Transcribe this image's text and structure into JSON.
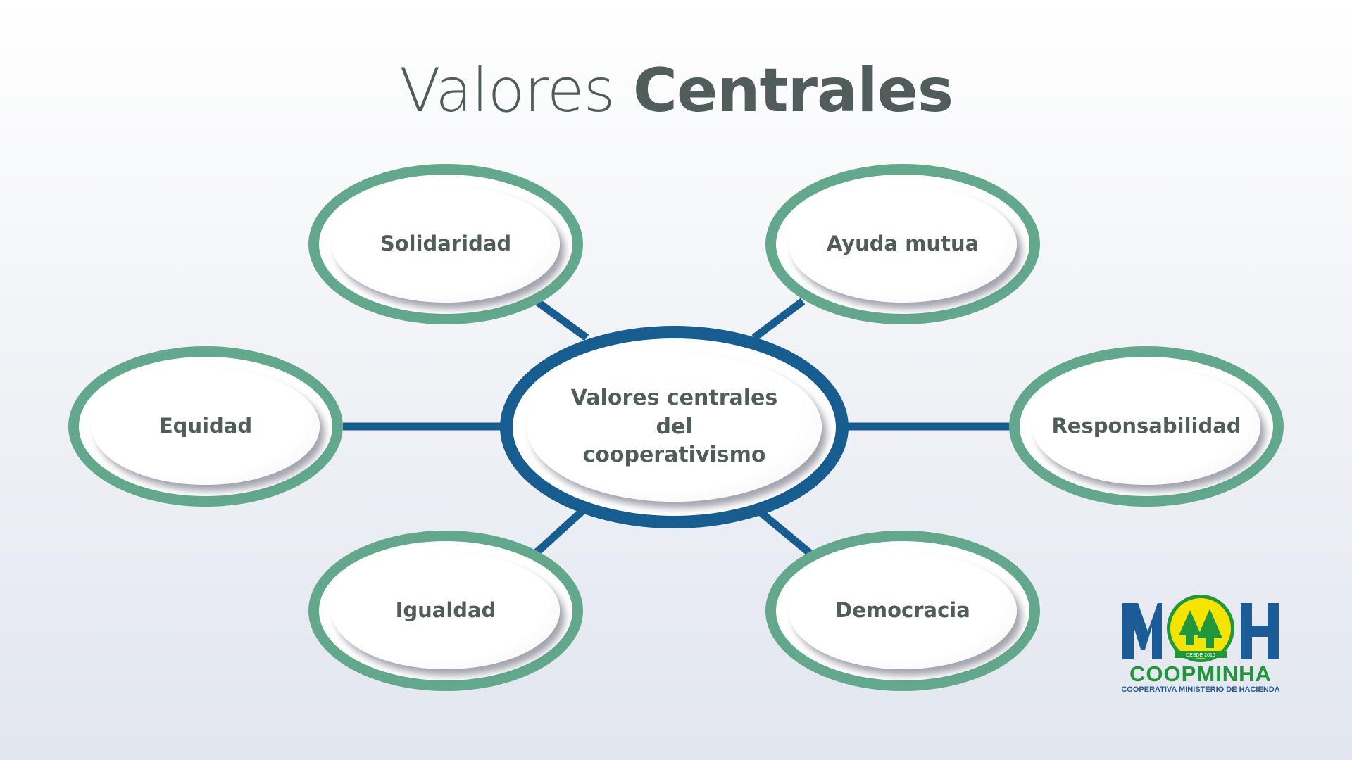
{
  "title": {
    "regular": "Valores",
    "bold": "Centrales"
  },
  "diagram": {
    "center": {
      "label": "Valores centrales del cooperativismo"
    },
    "nodes": [
      {
        "id": "solidaridad",
        "label": "Solidaridad"
      },
      {
        "id": "ayuda-mutua",
        "label": "Ayuda mutua"
      },
      {
        "id": "equidad",
        "label": "Equidad"
      },
      {
        "id": "responsabilidad",
        "label": "Responsabilidad"
      },
      {
        "id": "igualdad",
        "label": "Igualdad"
      },
      {
        "id": "democracia",
        "label": "Democracia"
      }
    ]
  },
  "logo": {
    "name": "COOPMINHA",
    "since": "DESDE 2010",
    "tagline": "COOPERATIVA MINISTERIO DE HACIENDA"
  },
  "colors": {
    "connector": "#175d90",
    "center_ring": "#175d90",
    "node_ring": "#63a88d",
    "text": "#515d5a",
    "logo_blue": "#1c5c96",
    "logo_green": "#22963b",
    "logo_yellow": "#f5e400"
  }
}
